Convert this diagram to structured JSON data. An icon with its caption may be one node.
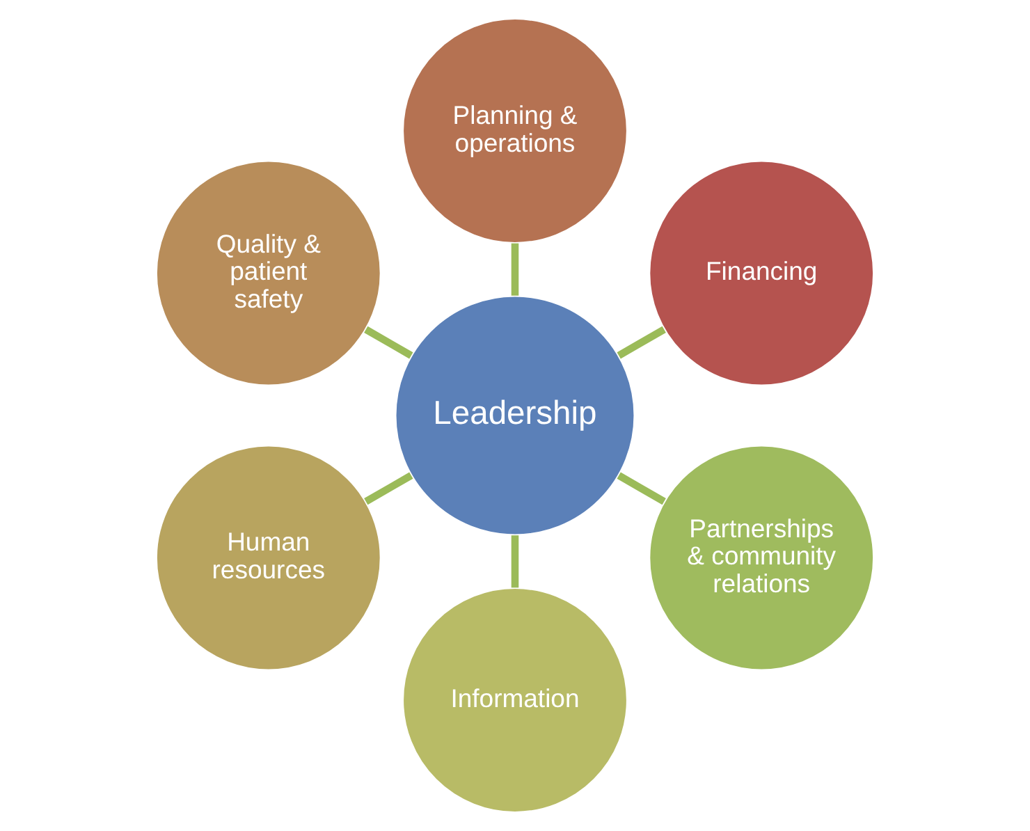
{
  "diagram": {
    "nodes": [
      {
        "text": [
          "Leadership"
        ]
      },
      {
        "text": [
          "Financing"
        ]
      },
      {
        "text": [
          "Planning & operations"
        ]
      },
      {
        "text": [
          "Quality & patient safety"
        ]
      },
      {
        "text": [
          "Human resources"
        ]
      },
      {
        "text": [
          "Information"
        ]
      },
      {
        "text": [
          "Partnerships & community relations"
        ]
      }
    ],
    "edges": [
      {
        "from": 0,
        "to": 1,
        "arrow": "none"
      },
      {
        "from": 0,
        "to": 2,
        "arrow": "none"
      },
      {
        "from": 0,
        "to": 3,
        "arrow": "none"
      },
      {
        "from": 0,
        "to": 4,
        "arrow": "none"
      },
      {
        "from": 0,
        "to": 5,
        "arrow": "none"
      },
      {
        "from": 0,
        "to": 6,
        "arrow": "none"
      }
    ]
  }
}
